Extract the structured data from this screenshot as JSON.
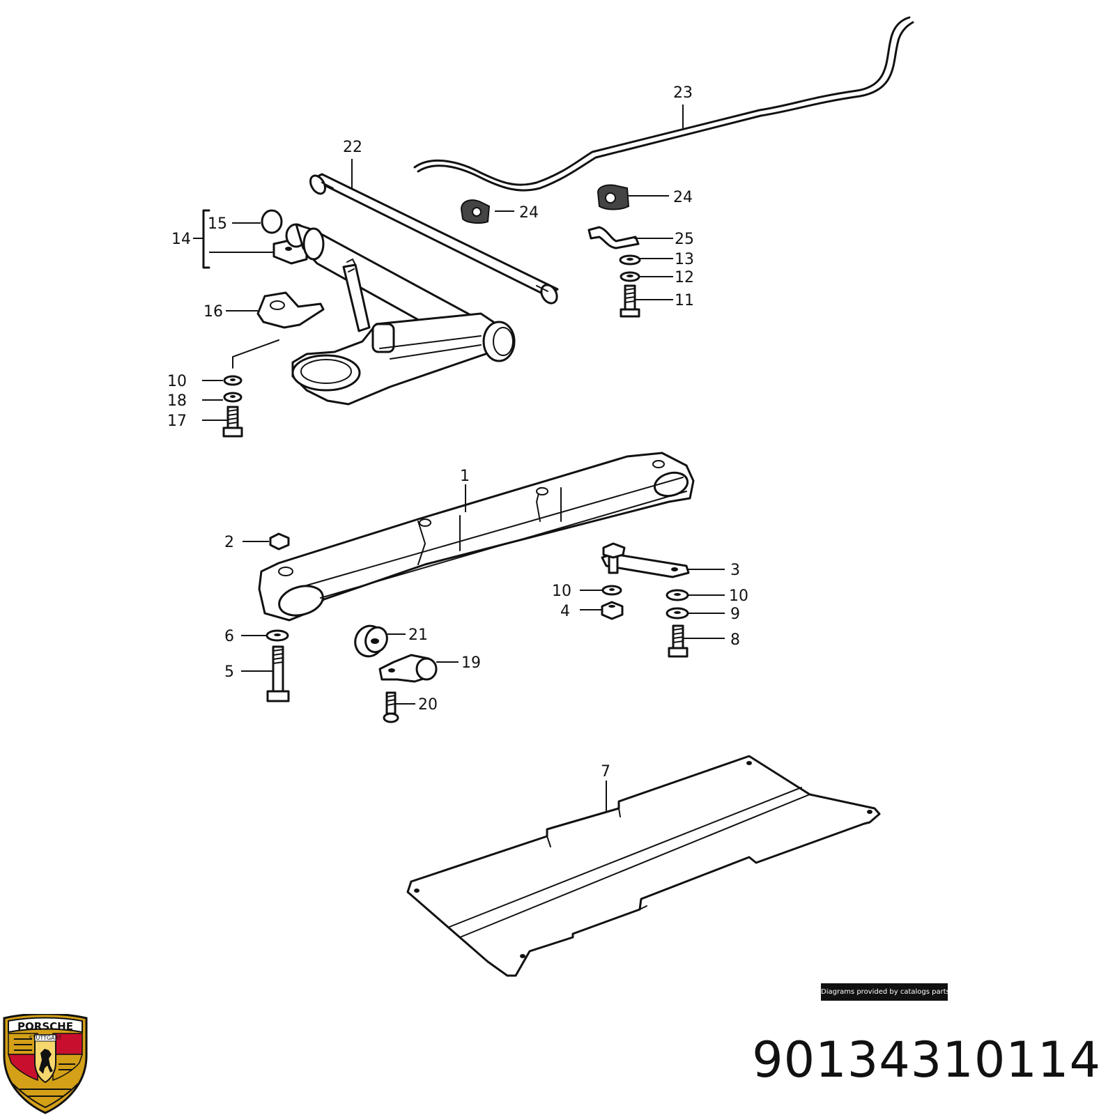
{
  "diagram": {
    "callouts": [
      {
        "id": "23",
        "label": "23"
      },
      {
        "id": "22",
        "label": "22"
      },
      {
        "id": "24a",
        "label": "24"
      },
      {
        "id": "24b",
        "label": "24"
      },
      {
        "id": "25",
        "label": "25"
      },
      {
        "id": "13",
        "label": "13"
      },
      {
        "id": "12",
        "label": "12"
      },
      {
        "id": "11",
        "label": "11"
      },
      {
        "id": "15",
        "label": "15"
      },
      {
        "id": "14",
        "label": "14"
      },
      {
        "id": "16",
        "label": "16"
      },
      {
        "id": "10a",
        "label": "10"
      },
      {
        "id": "18",
        "label": "18"
      },
      {
        "id": "17",
        "label": "17"
      },
      {
        "id": "1",
        "label": "1"
      },
      {
        "id": "2",
        "label": "2"
      },
      {
        "id": "3",
        "label": "3"
      },
      {
        "id": "10b",
        "label": "10"
      },
      {
        "id": "10c",
        "label": "10"
      },
      {
        "id": "4",
        "label": "4"
      },
      {
        "id": "9",
        "label": "9"
      },
      {
        "id": "8",
        "label": "8"
      },
      {
        "id": "6",
        "label": "6"
      },
      {
        "id": "21",
        "label": "21"
      },
      {
        "id": "5",
        "label": "5"
      },
      {
        "id": "19",
        "label": "19"
      },
      {
        "id": "20",
        "label": "20"
      },
      {
        "id": "7",
        "label": "7"
      }
    ]
  },
  "credit": "Diagrams provided by catalogs parts",
  "part_number": "90134310114",
  "logo": {
    "wordmark": "PORSCHE",
    "city": "STUTTGART",
    "icon": "porsche-crest-icon",
    "colors": {
      "red": "#c8102e",
      "gold": "#d4a017",
      "black": "#111111"
    }
  }
}
